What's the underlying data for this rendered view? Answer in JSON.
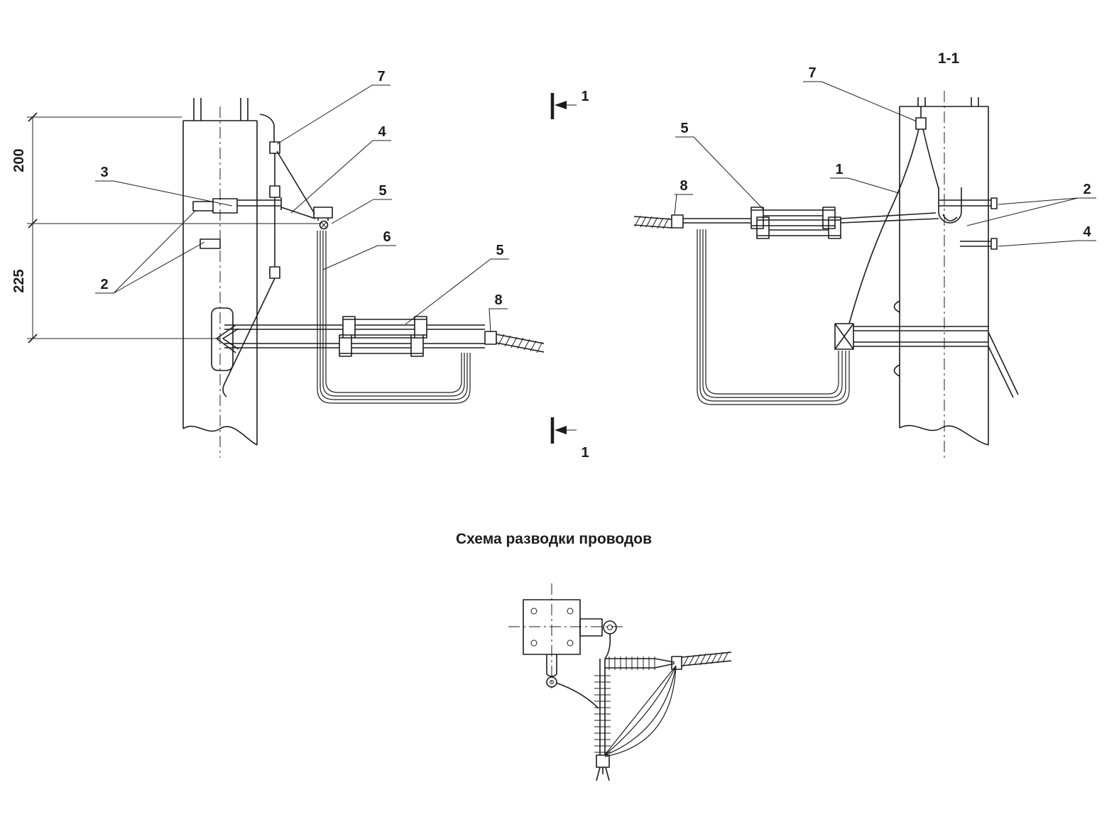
{
  "palette": {
    "ink": "#1c1c1c",
    "background": "#ffffff"
  },
  "left_view": {
    "dim_top": "200",
    "dim_bottom": "225",
    "callout_7": "7",
    "callout_4": "4",
    "callout_5_upper": "5",
    "callout_6": "6",
    "callout_5_lower": "5",
    "callout_8": "8",
    "callout_3": "3",
    "callout_2": "2",
    "section_top": "1",
    "section_bottom": "1"
  },
  "right_view": {
    "title": "1-1",
    "callout_7": "7",
    "callout_5": "5",
    "callout_1": "1",
    "callout_8": "8",
    "callout_2": "2",
    "callout_4": "4"
  },
  "schematic": {
    "caption": "Схема разводки проводов"
  }
}
